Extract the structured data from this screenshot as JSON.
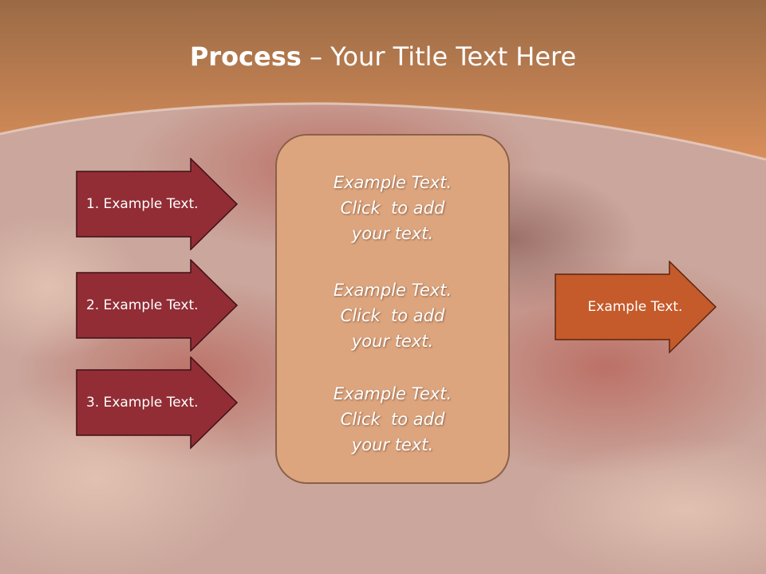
{
  "slide": {
    "title_bold": "Process",
    "title_rest": " – Your Title Text Here"
  },
  "inputs": [
    {
      "label": "1. Example Text."
    },
    {
      "label": "2. Example Text."
    },
    {
      "label": "3. Example Text."
    }
  ],
  "center_box": {
    "blocks": [
      {
        "lines": [
          "Example Text.",
          "Click  to add",
          "your text."
        ]
      },
      {
        "lines": [
          "Example Text.",
          "Click  to add",
          "your text."
        ]
      },
      {
        "lines": [
          "Example Text.",
          "Click  to add",
          "your text."
        ]
      }
    ]
  },
  "output": {
    "label": "Example Text."
  },
  "colors": {
    "input_arrow": "#922d35",
    "output_arrow": "#c55a2a",
    "center_box": "#dca57e",
    "header_band": "#c4845a"
  }
}
